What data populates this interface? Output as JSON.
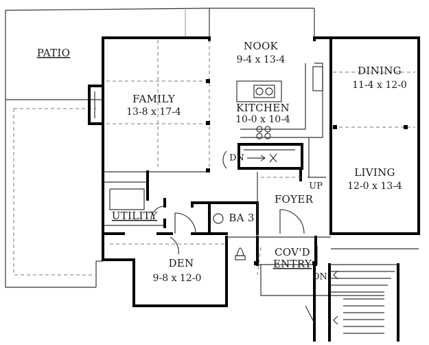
{
  "rooms": {
    "patio": {
      "name": "PATIO"
    },
    "nook": {
      "name": "NOOK",
      "dims": "9-4 x 13-4"
    },
    "family": {
      "name": "FAMILY",
      "dims": "13-8 x 17-4"
    },
    "kitchen": {
      "name": "KITCHEN",
      "dims": "10-0 x 10-4"
    },
    "dining": {
      "name": "DINING",
      "dims": "11-4 x 12-0"
    },
    "living": {
      "name": "LIVING",
      "dims": "12-0 x 13-4"
    },
    "utility": {
      "name": "UTILITY"
    },
    "foyer": {
      "name": "FOYER"
    },
    "bath": {
      "name": "BA 3"
    },
    "den": {
      "name": "DEN",
      "dims": "9-8 x 12-0"
    },
    "covd": {
      "name_line1": "COV'D",
      "name_line2": "ENTRY"
    }
  },
  "stair_labels": {
    "dn_main": "DN",
    "up_main": "UP",
    "dn_entry": "DN"
  }
}
